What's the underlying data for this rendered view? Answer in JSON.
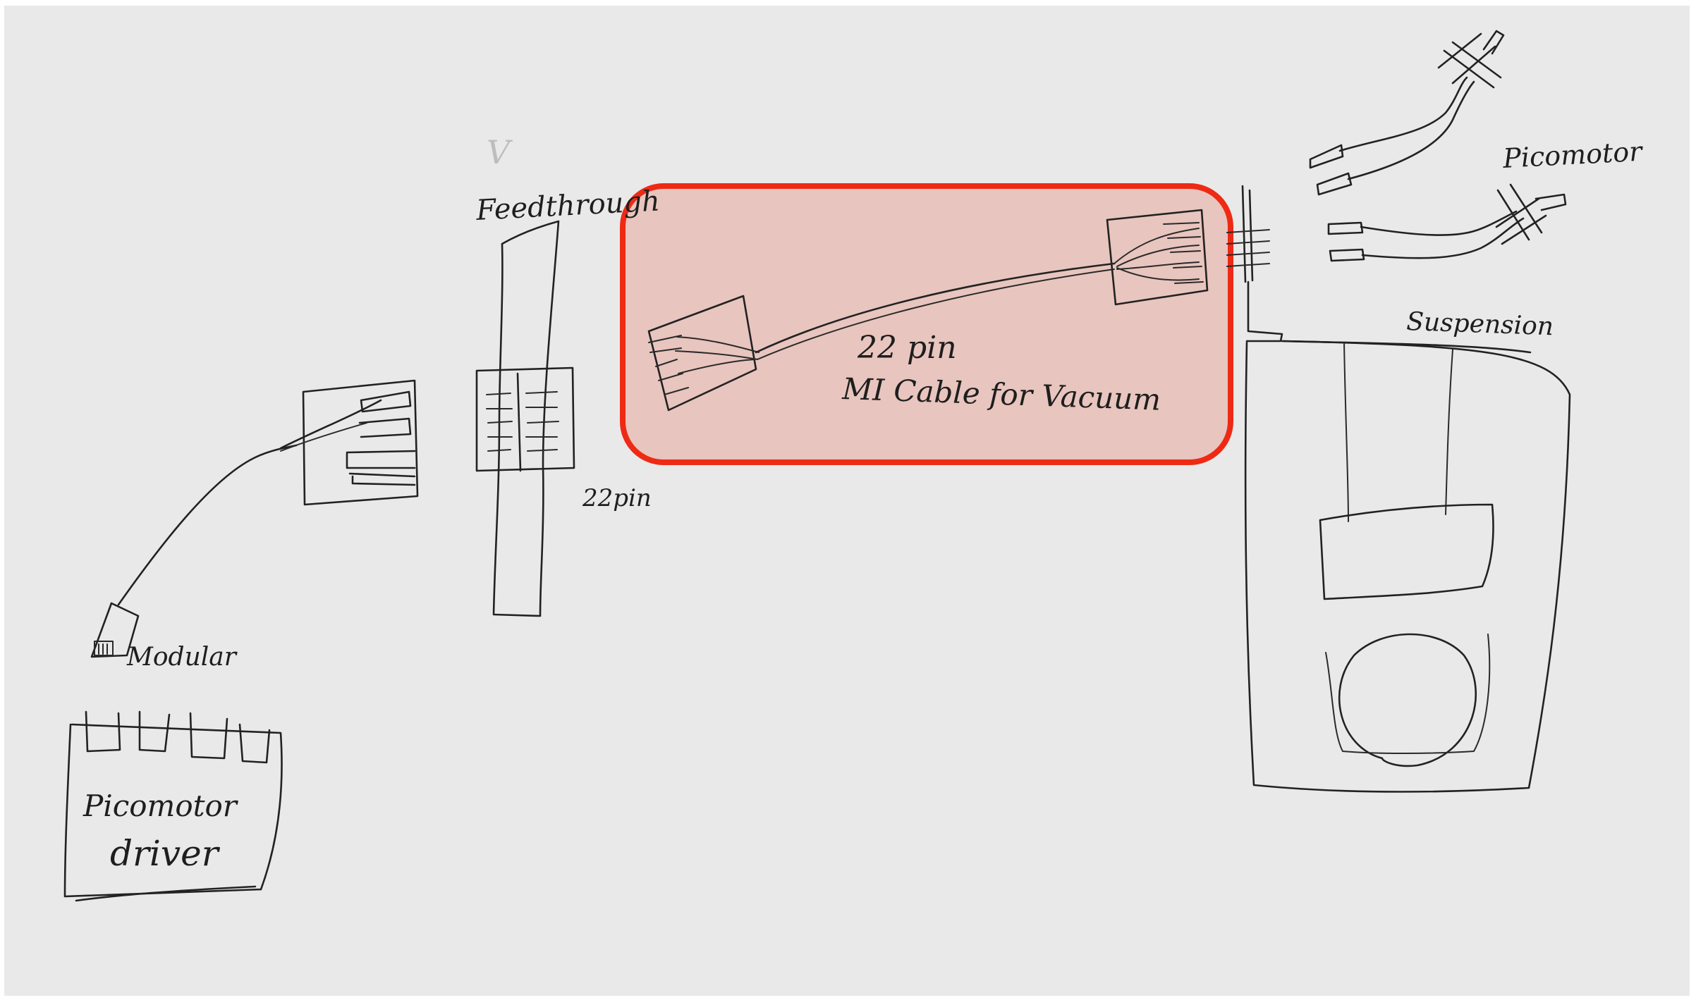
{
  "labels": {
    "feedthrough": "Feedthrough",
    "feedthrough_faded": "V",
    "feedthrough_pins": "22pin",
    "cable_pins": "22 pin",
    "cable_name": "MI Cable for Vacuum",
    "picomotor": "Picomotor",
    "suspension": "Suspension",
    "modular": "Modular",
    "driver_line1": "Picomotor",
    "driver_line2": "driver"
  },
  "highlight": {
    "color": "#ee2a14",
    "fill": "#e88c78"
  },
  "colors": {
    "paper": "#e9e9e9",
    "ink": "#222222"
  }
}
